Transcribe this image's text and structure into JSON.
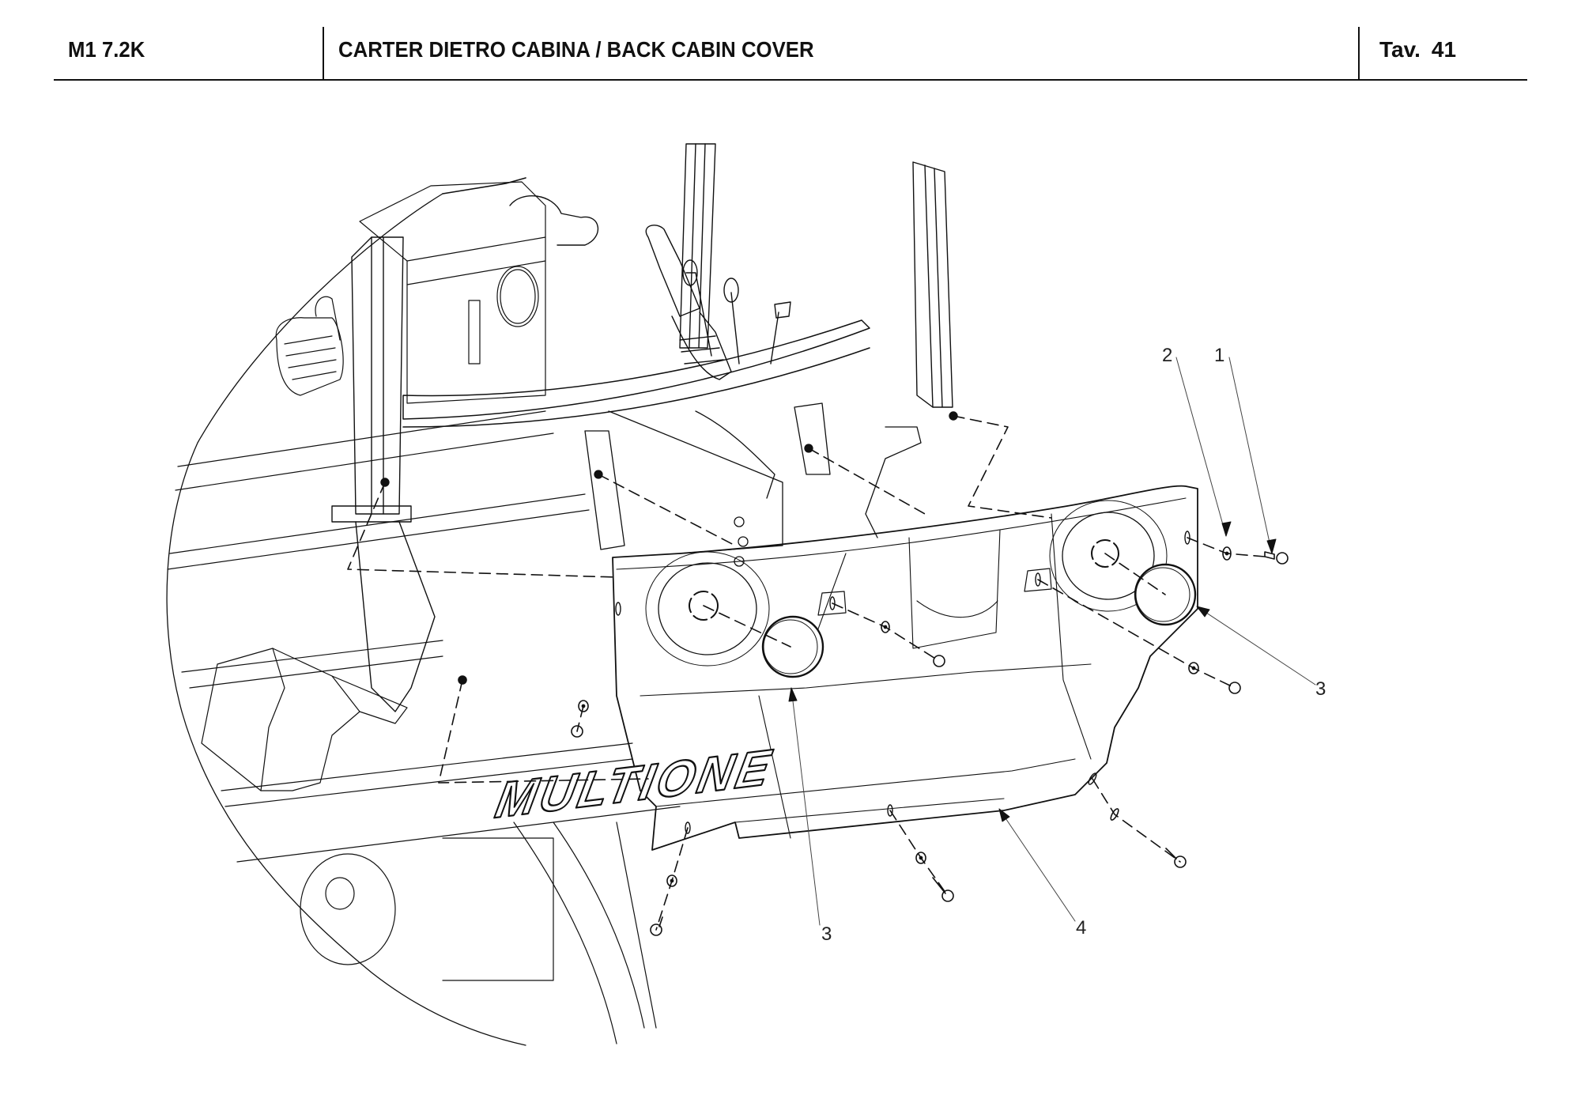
{
  "header": {
    "model": "M1 7.2K",
    "title": "CARTER DIETRO CABINA / BACK CABIN COVER",
    "plate_label": "Tav.",
    "plate_number": "41"
  },
  "drawing": {
    "brand_logo_text": "MULTIONE",
    "callouts": [
      {
        "id": "callout-1",
        "label": "1",
        "part": "screw"
      },
      {
        "id": "callout-2",
        "label": "2",
        "part": "washer"
      },
      {
        "id": "callout-3a",
        "label": "3",
        "part": "light"
      },
      {
        "id": "callout-3b",
        "label": "3",
        "part": "light"
      },
      {
        "id": "callout-4",
        "label": "4",
        "part": "back cabin cover"
      }
    ]
  },
  "colors": {
    "ink": "#111111",
    "paper": "#ffffff",
    "leader": "#555555"
  }
}
